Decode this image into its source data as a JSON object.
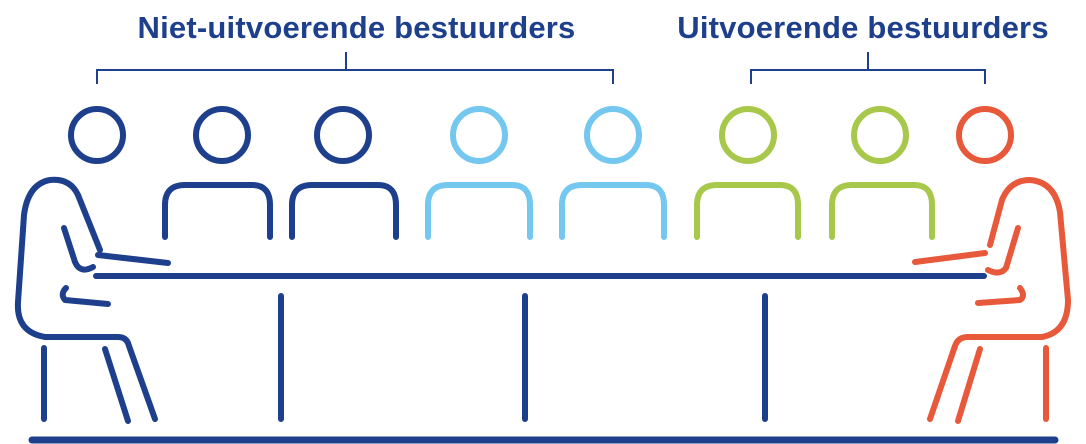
{
  "labels": {
    "non_executive": "Niet-uitvoerende bestuurders",
    "executive": "Uitvoerende bestuurders"
  },
  "colors": {
    "dark_blue": "#1d3f8c",
    "light_blue": "#74c7ee",
    "green": "#a7c84a",
    "orange": "#e8583a"
  },
  "people": [
    {
      "role": "non_executive",
      "position": "left-end-seated",
      "color": "dark_blue"
    },
    {
      "role": "non_executive",
      "position": "behind-table",
      "color": "dark_blue"
    },
    {
      "role": "non_executive",
      "position": "behind-table",
      "color": "dark_blue"
    },
    {
      "role": "non_executive",
      "position": "behind-table",
      "color": "light_blue"
    },
    {
      "role": "non_executive",
      "position": "behind-table",
      "color": "light_blue"
    },
    {
      "role": "executive",
      "position": "behind-table",
      "color": "green"
    },
    {
      "role": "executive",
      "position": "behind-table",
      "color": "green"
    },
    {
      "role": "executive",
      "position": "right-end-seated",
      "color": "orange"
    }
  ]
}
